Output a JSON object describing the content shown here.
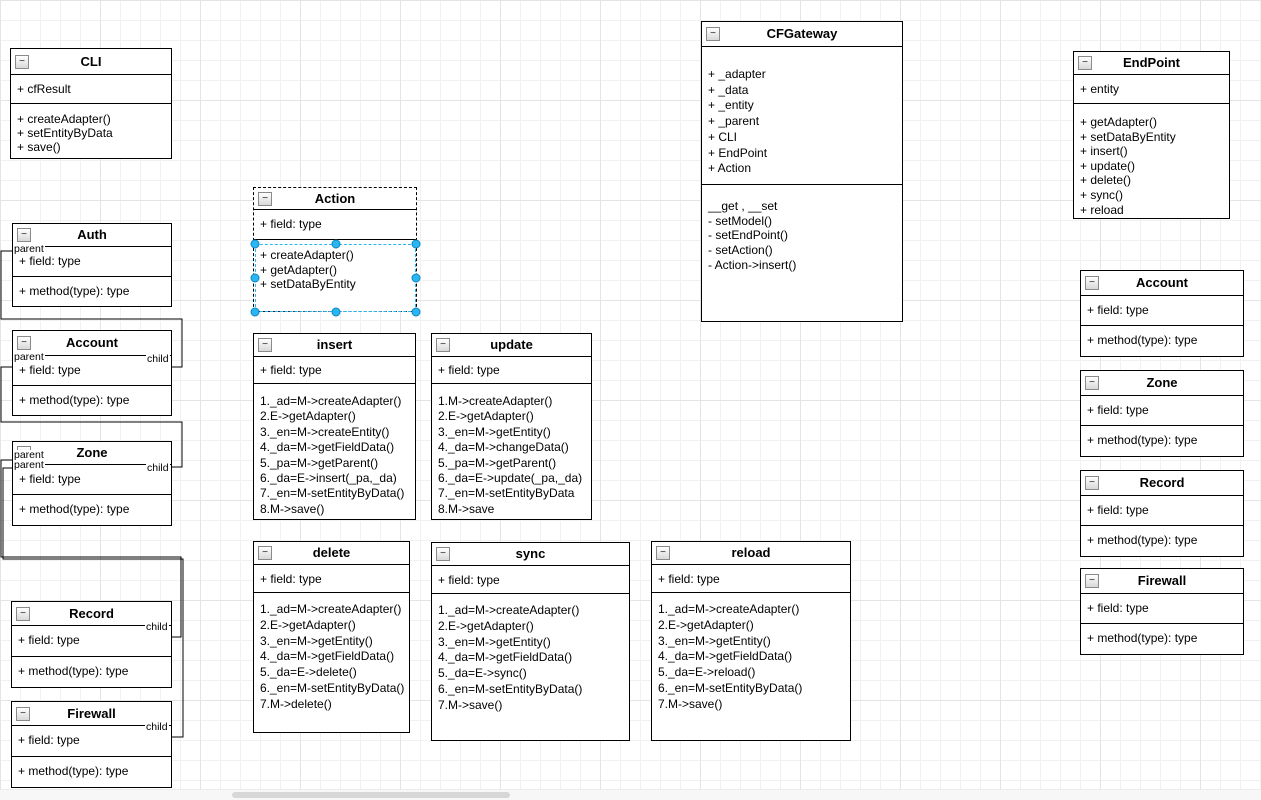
{
  "icons": {
    "collapse": "−"
  },
  "labels": {
    "parent": "parent",
    "child": "child"
  },
  "classes": {
    "cli": {
      "title": "CLI",
      "attributes": [
        "+ cfResult"
      ],
      "methods": [
        "+ createAdapter()",
        "+ setEntityByData",
        "+ save()"
      ]
    },
    "auth": {
      "title": "Auth",
      "attributes": [
        "+ field: type"
      ],
      "methods": [
        "+ method(type): type"
      ]
    },
    "accountLeft": {
      "title": "Account",
      "attributes": [
        "+ field: type"
      ],
      "methods": [
        "+ method(type): type"
      ]
    },
    "zoneLeft": {
      "title": "Zone",
      "attributes": [
        "+ field: type"
      ],
      "methods": [
        "+ method(type): type"
      ]
    },
    "recordLeft": {
      "title": "Record",
      "attributes": [
        "+ field: type"
      ],
      "methods": [
        "+ method(type): type"
      ]
    },
    "firewallLeft": {
      "title": "Firewall",
      "attributes": [
        "+ field: type"
      ],
      "methods": [
        "+ method(type): type"
      ]
    },
    "action": {
      "title": "Action",
      "attributes": [
        "+ field: type"
      ],
      "methods": [
        "+ createAdapter()",
        "+ getAdapter()",
        "+ setDataByEntity"
      ]
    },
    "insert": {
      "title": "insert",
      "attributes": [
        "+ field: type"
      ],
      "methods": [
        "1._ad=M->createAdapter()",
        "2.E->getAdapter()",
        "3._en=M->createEntity()",
        "4._da=M->getFieldData()",
        "5._pa=M->getParent()",
        "6._da=E->insert(_pa,_da)",
        "7._en=M-setEntityByData()",
        "8.M->save()"
      ]
    },
    "update": {
      "title": "update",
      "attributes": [
        "+ field: type"
      ],
      "methods": [
        "1.M->createAdapter()",
        "2.E->getAdapter()",
        "3._en=M->getEntity()",
        "4._da=M->changeData()",
        "5._pa=M->getParent()",
        "6._da=E->update(_pa,_da)",
        "7._en=M-setEntityByData",
        "8.M->save"
      ]
    },
    "delete": {
      "title": "delete",
      "attributes": [
        "+ field: type"
      ],
      "methods": [
        "1._ad=M->createAdapter()",
        "2.E->getAdapter()",
        "3._en=M->getEntity()",
        "4._da=M->getFieldData()",
        "5._da=E->delete()",
        "6._en=M-setEntityByData()",
        "7.M->delete()"
      ]
    },
    "sync": {
      "title": "sync",
      "attributes": [
        "+ field: type"
      ],
      "methods": [
        "1._ad=M->createAdapter()",
        "2.E->getAdapter()",
        "3._en=M->getEntity()",
        "4._da=M->getFieldData()",
        "5._da=E->sync()",
        "6._en=M-setEntityByData()",
        "7.M->save()"
      ]
    },
    "reload": {
      "title": "reload",
      "attributes": [
        "+ field: type"
      ],
      "methods": [
        "1._ad=M->createAdapter()",
        "2.E->getAdapter()",
        "3._en=M->getEntity()",
        "4._da=M->getFieldData()",
        "5._da=E->reload()",
        "6._en=M-setEntityByData()",
        "7.M->save()"
      ]
    },
    "cfGateway": {
      "title": "CFGateway",
      "attributes": [
        "+ _adapter",
        "+ _data",
        "+ _entity",
        "+ _parent",
        "+ CLI",
        "+ EndPoint",
        "+ Action"
      ],
      "methods": [
        "__get , __set",
        "- setModel()",
        "- setEndPoint()",
        "- setAction()",
        "- Action->insert()"
      ]
    },
    "endPoint": {
      "title": "EndPoint",
      "attributes": [
        "+  entity"
      ],
      "methods": [
        "+ getAdapter()",
        "+ setDataByEntity",
        "+ insert()",
        "+ update()",
        "+ delete()",
        "+ sync()",
        "+ reload"
      ]
    },
    "accountRight": {
      "title": "Account",
      "attributes": [
        "+ field: type"
      ],
      "methods": [
        "+ method(type): type"
      ]
    },
    "zoneRight": {
      "title": "Zone",
      "attributes": [
        "+ field: type"
      ],
      "methods": [
        "+ method(type): type"
      ]
    },
    "recordRight": {
      "title": "Record",
      "attributes": [
        "+ field: type"
      ],
      "methods": [
        "+ method(type): type"
      ]
    },
    "firewallRight": {
      "title": "Firewall",
      "attributes": [
        "+ field: type"
      ],
      "methods": [
        "+ method(type): type"
      ]
    }
  }
}
